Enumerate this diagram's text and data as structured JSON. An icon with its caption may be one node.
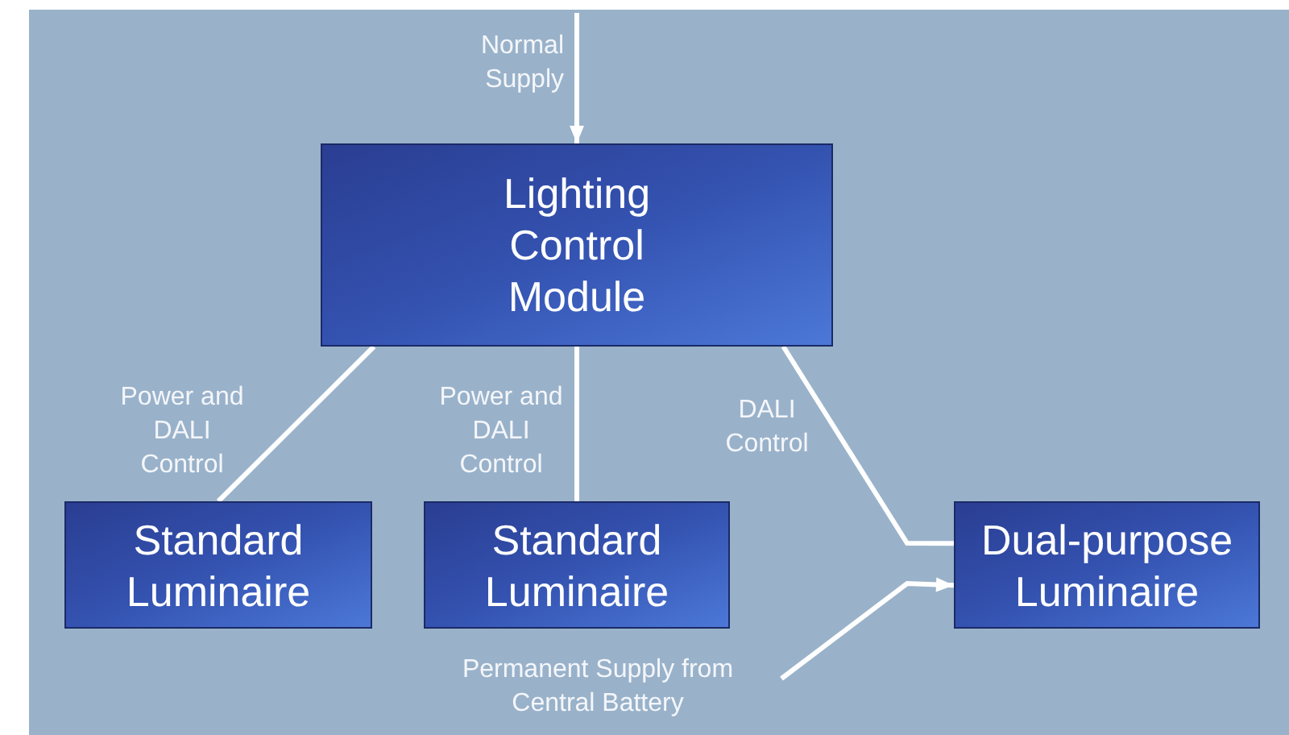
{
  "diagram": {
    "nodes": [
      {
        "text": [
          "Lighting Control Module"
        ]
      },
      {
        "text": [
          "Standard Luminaire"
        ]
      },
      {
        "text": [
          "Standard Luminaire"
        ]
      },
      {
        "text": [
          "Dual-purpose Luminaire"
        ]
      }
    ],
    "edges": [
      {
        "from": null,
        "to": 0,
        "arrow": "to",
        "label": "Normal Supply"
      },
      {
        "from": 0,
        "to": 1,
        "arrow": "none",
        "label": "Power and DALI Control"
      },
      {
        "from": 0,
        "to": 2,
        "arrow": "none",
        "label": "Power and DALI Control"
      },
      {
        "from": 0,
        "to": 3,
        "arrow": "none",
        "label": "DALI Control"
      },
      {
        "from": null,
        "to": 3,
        "arrow": "to",
        "label": "Permanent Supply from Central Battery"
      }
    ]
  }
}
